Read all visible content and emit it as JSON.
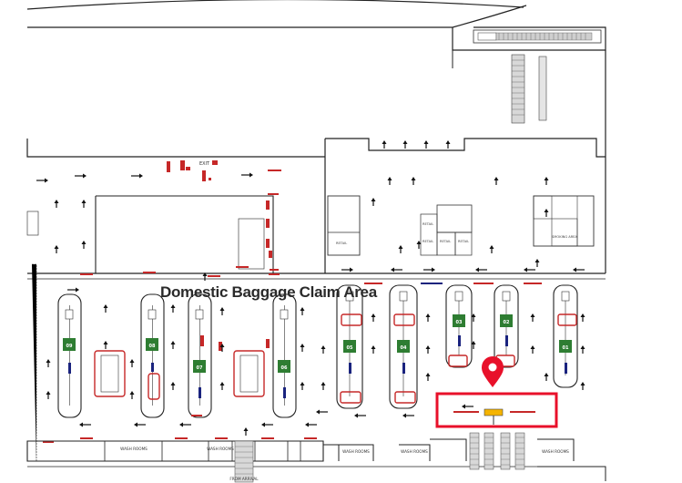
{
  "map": {
    "title": "Domestic Baggage Claim Area",
    "belts": [
      "09",
      "08",
      "07",
      "06",
      "05",
      "04",
      "03",
      "02",
      "01"
    ],
    "labels": {
      "exit": "EXIT",
      "retail": "RETAIL",
      "smoking_area": "SMOKING AREA",
      "wash_rooms": "WASH ROOMS",
      "from_arrival": "FROM ARRIVAL"
    },
    "colors": {
      "marker": "#e8102a",
      "highlight": "#e8102a",
      "belt_sign": "#2e7d32",
      "red_mark": "#c62828",
      "blue_mark": "#1a237e",
      "yellow_mark": "#f5b400"
    }
  }
}
